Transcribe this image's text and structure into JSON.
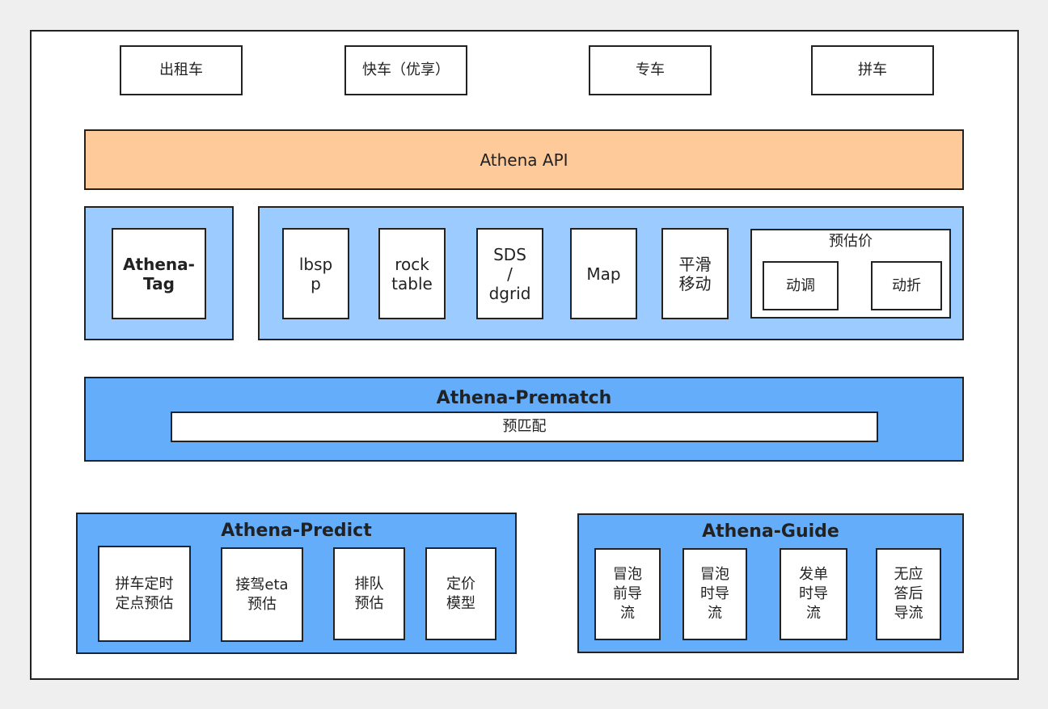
{
  "channels": [
    "出租车",
    "快车（优享）",
    "专车",
    "拼车"
  ],
  "api": "Athena API",
  "tag": "Athena-\nTag",
  "services": [
    "lbsp\np",
    "rock\ntable",
    "SDS\n/\ndgrid",
    "Map",
    "平滑\n移动"
  ],
  "estimate": {
    "title": "预估价",
    "items": [
      "动调",
      "动折"
    ]
  },
  "prematch": {
    "title": "Athena-Prematch",
    "inner": "预匹配"
  },
  "predict": {
    "title": "Athena-Predict",
    "items": [
      "拼车定时\n定点预估",
      "接驾eta\n预估",
      "排队\n预估",
      "定价\n模型"
    ]
  },
  "guide": {
    "title": "Athena-Guide",
    "items": [
      "冒泡\n前导\n流",
      "冒泡\n时导\n流",
      "发单\n时导\n流",
      "无应\n答后\n导流"
    ]
  },
  "colors": {
    "api": "#ffca99",
    "light_blue": "#9ccbff",
    "mid_blue": "#64adfb",
    "border": "#222222",
    "background": "#efefef"
  }
}
